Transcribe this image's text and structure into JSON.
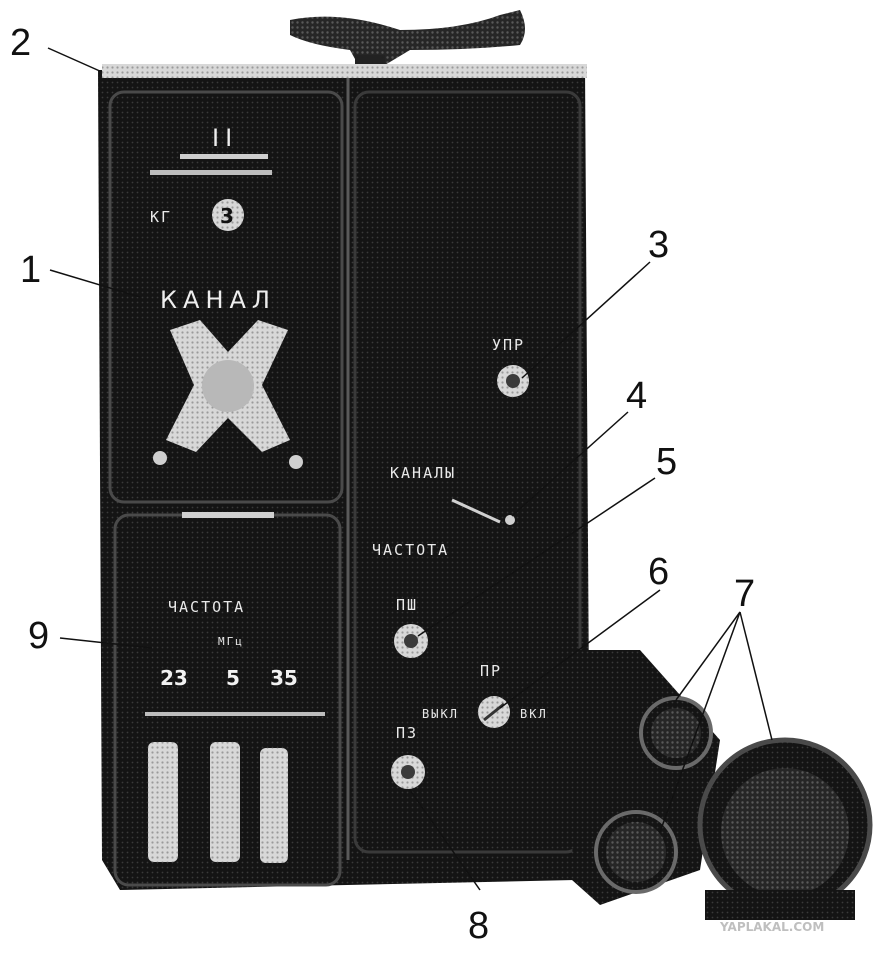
{
  "callouts": [
    "1",
    "2",
    "3",
    "4",
    "5",
    "6",
    "7",
    "8",
    "9"
  ],
  "device": {
    "channel_title": "КАНАЛ",
    "top_marking": "II",
    "kg_marking": "КГ",
    "kg_digit": "3",
    "upr_label": "УПР",
    "channels_label": "КАНАЛЫ",
    "frequency_label_right": "ЧАСТОТА",
    "psh_label": "ПШ",
    "pr_label": "ПР",
    "vykl_label": "ВЫКЛ",
    "vkl_label": "ВКЛ",
    "pz_label": "ПЗ",
    "frequency_window_title": "ЧАСТОТА",
    "frequency_window_unit": "МГц",
    "frequency_digits": [
      "23",
      "5",
      "35"
    ]
  },
  "watermark": "YAPLAKAL.COM"
}
